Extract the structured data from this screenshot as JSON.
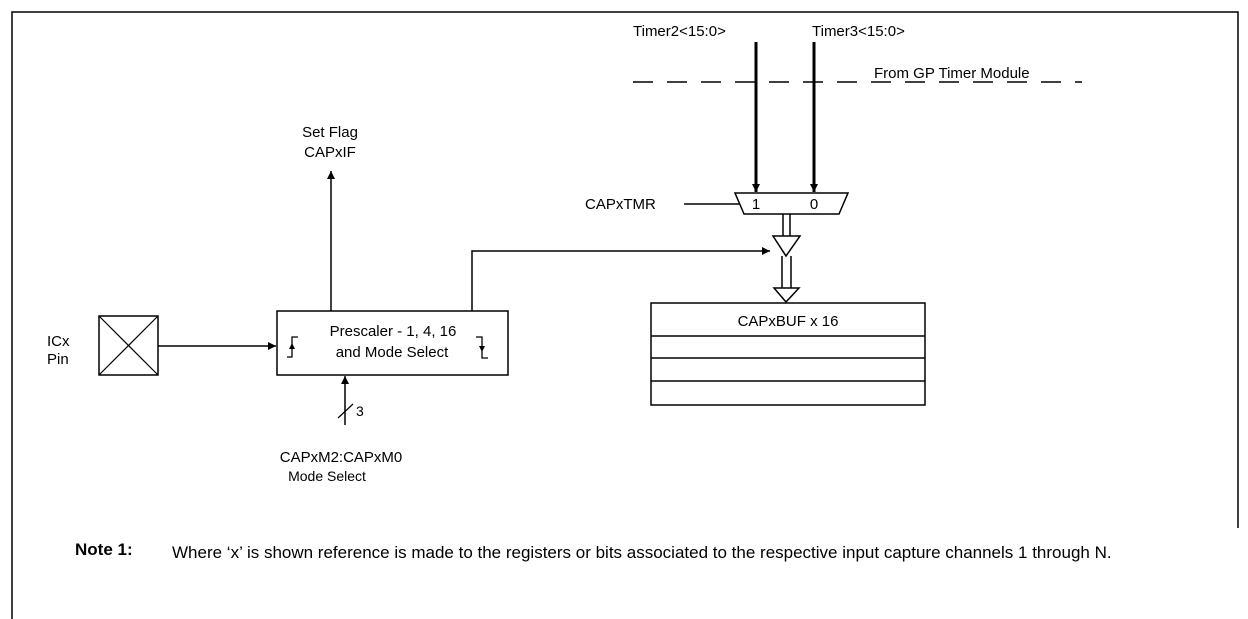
{
  "diagram": {
    "timer2_label": "Timer2<15:0>",
    "timer3_label": "Timer3<15:0>",
    "gp_timer_label": "From GP Timer Module",
    "set_flag_line1": "Set Flag",
    "set_flag_line2": "CAPxIF",
    "captmr_label": "CAPxTMR",
    "mux_in1": "1",
    "mux_in0": "0",
    "icx_line1": "ICx",
    "icx_line2": "Pin",
    "prescaler_line1": "Prescaler - 1, 4, 16",
    "prescaler_line2": "and Mode Select",
    "bus_width": "3",
    "mode_bits_label": "CAPxM2:CAPxM0",
    "mode_select_label": "Mode Select",
    "buffer_label": "CAPxBUF x 16"
  },
  "note": {
    "head": "Note 1:",
    "text": "Where ‘x’ is shown reference is made to the registers or bits associated to the respective input capture channels 1 through N."
  }
}
